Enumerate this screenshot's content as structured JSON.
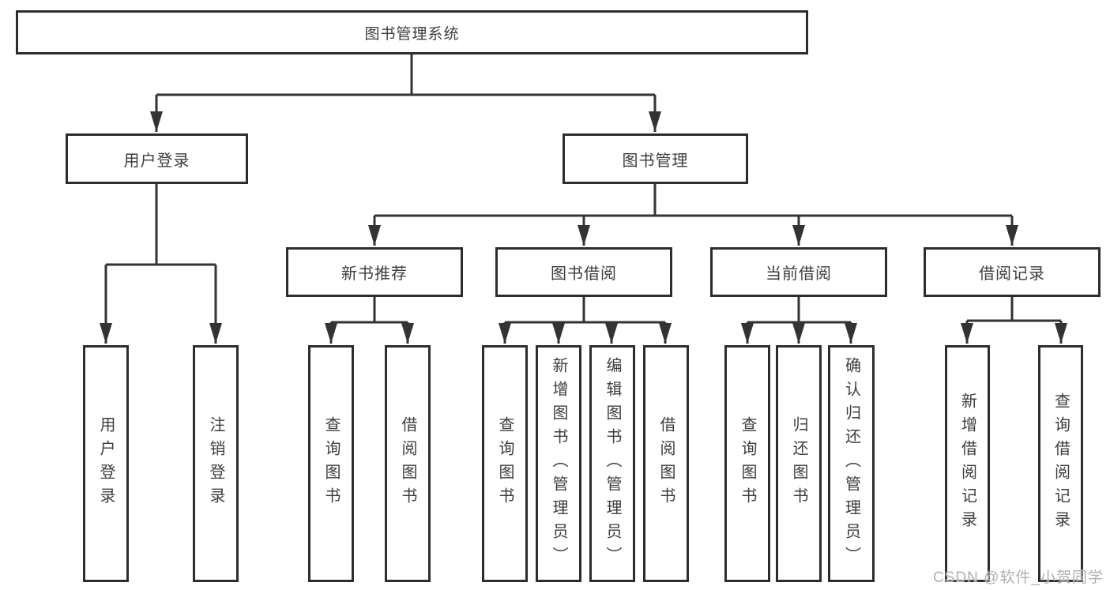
{
  "colors": {
    "line": "#333333",
    "box_border": "#2d2d2d",
    "text": "#3d3d3d",
    "background": "#ffffff",
    "watermark": "#b0b0b0"
  },
  "watermark": "CSDN @软件_小贺同学",
  "tree": {
    "label": "图书管理系统",
    "children": [
      {
        "label": "用户登录",
        "children": [
          {
            "label": "用户登录"
          },
          {
            "label": "注销登录"
          }
        ]
      },
      {
        "label": "图书管理",
        "children": [
          {
            "label": "新书推荐",
            "children": [
              {
                "label": "查询图书"
              },
              {
                "label": "借阅图书"
              }
            ]
          },
          {
            "label": "图书借阅",
            "children": [
              {
                "label": "查询图书"
              },
              {
                "label": "新增图书（管理员）"
              },
              {
                "label": "编辑图书（管理员）"
              },
              {
                "label": "借阅图书"
              }
            ]
          },
          {
            "label": "当前借阅",
            "children": [
              {
                "label": "查询图书"
              },
              {
                "label": "归还图书"
              },
              {
                "label": "确认归还（管理员）"
              }
            ]
          },
          {
            "label": "借阅记录",
            "children": [
              {
                "label": "新增借阅记录"
              },
              {
                "label": "查询借阅记录"
              }
            ]
          }
        ]
      }
    ]
  }
}
